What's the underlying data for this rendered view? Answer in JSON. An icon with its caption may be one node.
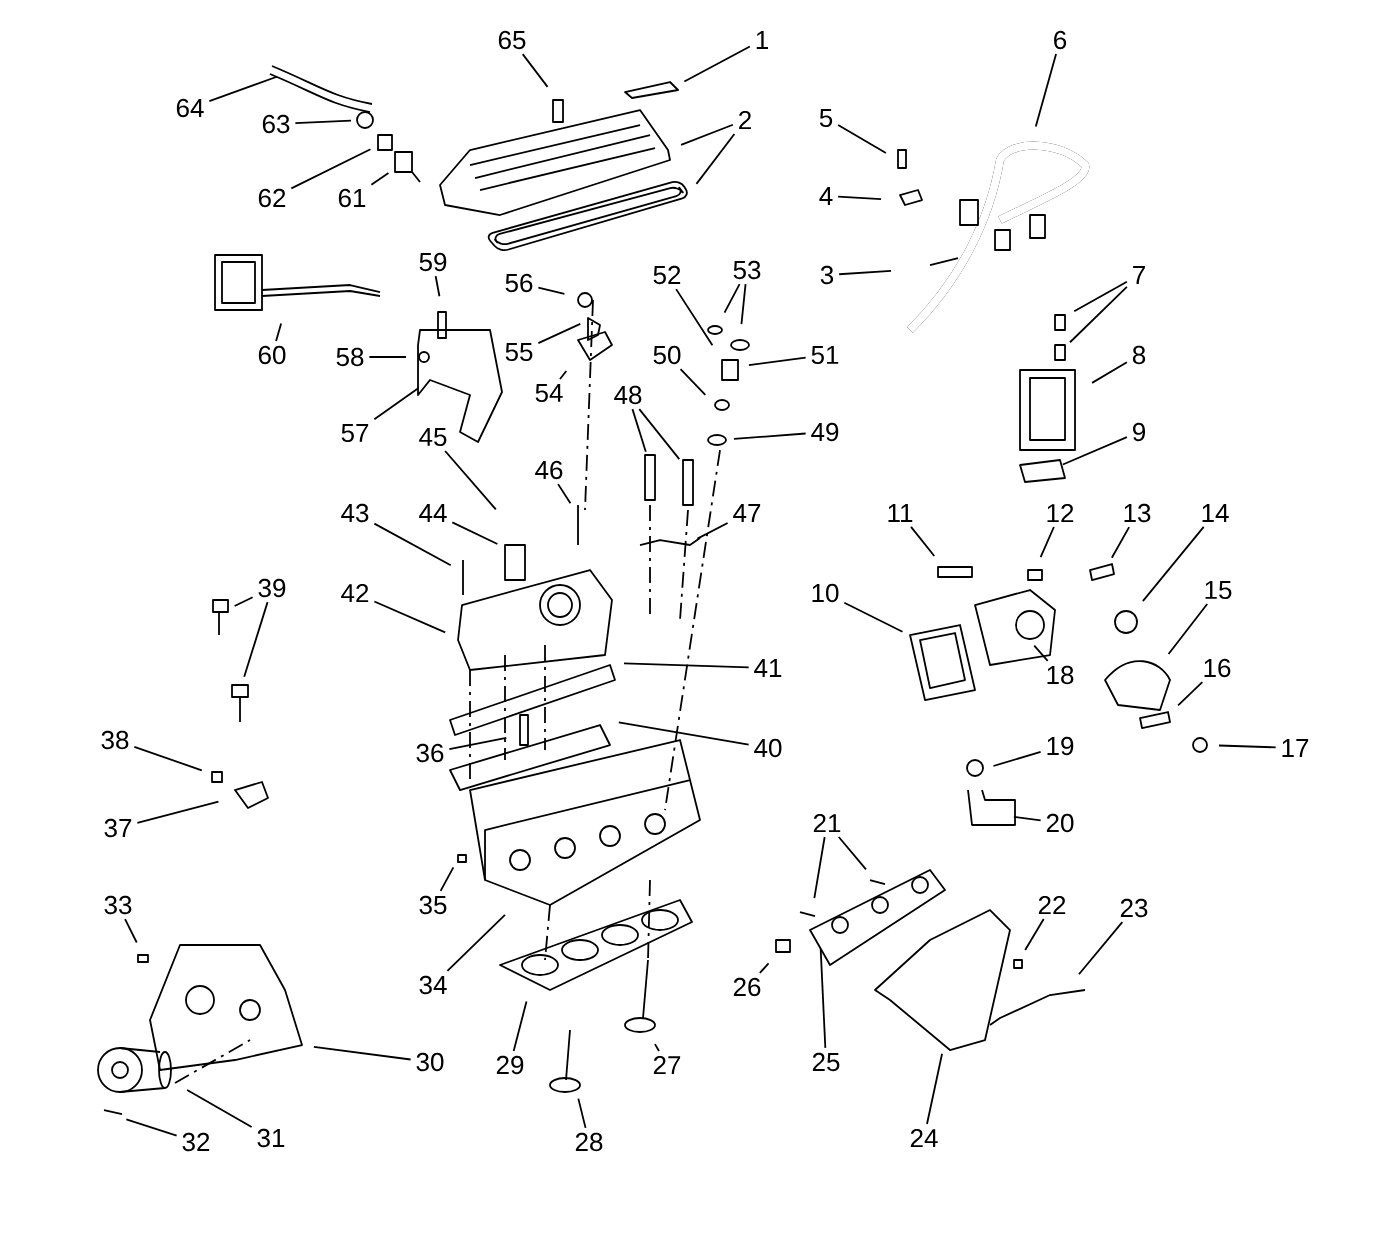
{
  "diagram": {
    "nodes": [
      {
        "text": [
          "1"
        ]
      },
      {
        "text": [
          "2"
        ]
      },
      {
        "text": [
          "3"
        ]
      },
      {
        "text": [
          "4"
        ]
      },
      {
        "text": [
          "5"
        ]
      },
      {
        "text": [
          "6"
        ]
      },
      {
        "text": [
          "7"
        ]
      },
      {
        "text": [
          "8"
        ]
      },
      {
        "text": [
          "9"
        ]
      },
      {
        "text": [
          "10"
        ]
      },
      {
        "text": [
          "11"
        ]
      },
      {
        "text": [
          "12"
        ]
      },
      {
        "text": [
          "13"
        ]
      },
      {
        "text": [
          "14"
        ]
      },
      {
        "text": [
          "15"
        ]
      },
      {
        "text": [
          "16"
        ]
      },
      {
        "text": [
          "17"
        ]
      },
      {
        "text": [
          "18"
        ]
      },
      {
        "text": [
          "19"
        ]
      },
      {
        "text": [
          "20"
        ]
      },
      {
        "text": [
          "21"
        ]
      },
      {
        "text": [
          "22"
        ]
      },
      {
        "text": [
          "23"
        ]
      },
      {
        "text": [
          "24"
        ]
      },
      {
        "text": [
          "25"
        ]
      },
      {
        "text": [
          "26"
        ]
      },
      {
        "text": [
          "27"
        ]
      },
      {
        "text": [
          "28"
        ]
      },
      {
        "text": [
          "29"
        ]
      },
      {
        "text": [
          "30"
        ]
      },
      {
        "text": [
          "31"
        ]
      },
      {
        "text": [
          "32"
        ]
      },
      {
        "text": [
          "33"
        ]
      },
      {
        "text": [
          "34"
        ]
      },
      {
        "text": [
          "35"
        ]
      },
      {
        "text": [
          "36"
        ]
      },
      {
        "text": [
          "37"
        ]
      },
      {
        "text": [
          "38"
        ]
      },
      {
        "text": [
          "39"
        ]
      },
      {
        "text": [
          "40"
        ]
      },
      {
        "text": [
          "41"
        ]
      },
      {
        "text": [
          "42"
        ]
      },
      {
        "text": [
          "43"
        ]
      },
      {
        "text": [
          "44"
        ]
      },
      {
        "text": [
          "45"
        ]
      },
      {
        "text": [
          "46"
        ]
      },
      {
        "text": [
          "47"
        ]
      },
      {
        "text": [
          "48"
        ]
      },
      {
        "text": [
          "49"
        ]
      },
      {
        "text": [
          "50"
        ]
      },
      {
        "text": [
          "51"
        ]
      },
      {
        "text": [
          "52"
        ]
      },
      {
        "text": [
          "53"
        ]
      },
      {
        "text": [
          "54"
        ]
      },
      {
        "text": [
          "55"
        ]
      },
      {
        "text": [
          "56"
        ]
      },
      {
        "text": [
          "57"
        ]
      },
      {
        "text": [
          "58"
        ]
      },
      {
        "text": [
          "59"
        ]
      },
      {
        "text": [
          "60"
        ]
      },
      {
        "text": [
          "61"
        ]
      },
      {
        "text": [
          "62"
        ]
      },
      {
        "text": [
          "63"
        ]
      },
      {
        "text": [
          "64"
        ]
      },
      {
        "text": [
          "65"
        ]
      }
    ],
    "edges": [
      {
        "from": 0,
        "to": null,
        "arrow": "none"
      },
      {
        "from": 1,
        "to": null,
        "arrow": "none"
      },
      {
        "from": 1,
        "to": null,
        "arrow": "none"
      },
      {
        "from": 2,
        "to": null,
        "arrow": "none"
      },
      {
        "from": 3,
        "to": null,
        "arrow": "none"
      },
      {
        "from": 4,
        "to": null,
        "arrow": "none"
      },
      {
        "from": 5,
        "to": null,
        "arrow": "none"
      },
      {
        "from": 6,
        "to": null,
        "arrow": "none"
      },
      {
        "from": 6,
        "to": null,
        "arrow": "none"
      },
      {
        "from": 7,
        "to": null,
        "arrow": "none"
      },
      {
        "from": 8,
        "to": null,
        "arrow": "none"
      },
      {
        "from": 9,
        "to": null,
        "arrow": "none"
      },
      {
        "from": 10,
        "to": null,
        "arrow": "none"
      },
      {
        "from": 11,
        "to": null,
        "arrow": "none"
      },
      {
        "from": 12,
        "to": null,
        "arrow": "none"
      },
      {
        "from": 13,
        "to": null,
        "arrow": "none"
      },
      {
        "from": 14,
        "to": null,
        "arrow": "none"
      },
      {
        "from": 15,
        "to": null,
        "arrow": "none"
      },
      {
        "from": 16,
        "to": null,
        "arrow": "none"
      },
      {
        "from": 17,
        "to": null,
        "arrow": "none"
      },
      {
        "from": 18,
        "to": null,
        "arrow": "none"
      },
      {
        "from": 19,
        "to": null,
        "arrow": "none"
      },
      {
        "from": 20,
        "to": null,
        "arrow": "none"
      },
      {
        "from": 20,
        "to": null,
        "arrow": "none"
      },
      {
        "from": 21,
        "to": null,
        "arrow": "none"
      },
      {
        "from": 22,
        "to": null,
        "arrow": "none"
      },
      {
        "from": 23,
        "to": null,
        "arrow": "none"
      },
      {
        "from": 24,
        "to": null,
        "arrow": "none"
      },
      {
        "from": 25,
        "to": null,
        "arrow": "none"
      },
      {
        "from": 26,
        "to": null,
        "arrow": "none"
      },
      {
        "from": 27,
        "to": null,
        "arrow": "none"
      },
      {
        "from": 28,
        "to": null,
        "arrow": "none"
      },
      {
        "from": 29,
        "to": null,
        "arrow": "none"
      },
      {
        "from": 30,
        "to": null,
        "arrow": "none"
      },
      {
        "from": 31,
        "to": null,
        "arrow": "none"
      },
      {
        "from": 32,
        "to": null,
        "arrow": "none"
      },
      {
        "from": 33,
        "to": null,
        "arrow": "none"
      },
      {
        "from": 34,
        "to": null,
        "arrow": "none"
      },
      {
        "from": 35,
        "to": null,
        "arrow": "none"
      },
      {
        "from": 36,
        "to": null,
        "arrow": "none"
      },
      {
        "from": 37,
        "to": null,
        "arrow": "none"
      },
      {
        "from": 38,
        "to": null,
        "arrow": "none"
      },
      {
        "from": 38,
        "to": null,
        "arrow": "none"
      },
      {
        "from": 39,
        "to": null,
        "arrow": "none"
      },
      {
        "from": 40,
        "to": null,
        "arrow": "none"
      },
      {
        "from": 41,
        "to": null,
        "arrow": "none"
      },
      {
        "from": 42,
        "to": null,
        "arrow": "none"
      },
      {
        "from": 43,
        "to": null,
        "arrow": "none"
      },
      {
        "from": 44,
        "to": null,
        "arrow": "none"
      },
      {
        "from": 45,
        "to": null,
        "arrow": "none"
      },
      {
        "from": 46,
        "to": null,
        "arrow": "none"
      },
      {
        "from": 47,
        "to": null,
        "arrow": "none"
      },
      {
        "from": 47,
        "to": null,
        "arrow": "none"
      },
      {
        "from": 48,
        "to": null,
        "arrow": "none"
      },
      {
        "from": 49,
        "to": null,
        "arrow": "none"
      },
      {
        "from": 50,
        "to": null,
        "arrow": "none"
      },
      {
        "from": 51,
        "to": null,
        "arrow": "none"
      },
      {
        "from": 52,
        "to": null,
        "arrow": "none"
      },
      {
        "from": 52,
        "to": null,
        "arrow": "none"
      },
      {
        "from": 53,
        "to": null,
        "arrow": "none"
      },
      {
        "from": 54,
        "to": null,
        "arrow": "none"
      },
      {
        "from": 55,
        "to": null,
        "arrow": "none"
      },
      {
        "from": 56,
        "to": null,
        "arrow": "none"
      },
      {
        "from": 57,
        "to": null,
        "arrow": "none"
      },
      {
        "from": 58,
        "to": null,
        "arrow": "none"
      },
      {
        "from": 59,
        "to": null,
        "arrow": "none"
      },
      {
        "from": 60,
        "to": null,
        "arrow": "none"
      },
      {
        "from": 61,
        "to": null,
        "arrow": "none"
      },
      {
        "from": 62,
        "to": null,
        "arrow": "none"
      },
      {
        "from": 63,
        "to": null,
        "arrow": "none"
      },
      {
        "from": 64,
        "to": null,
        "arrow": "none"
      }
    ]
  }
}
